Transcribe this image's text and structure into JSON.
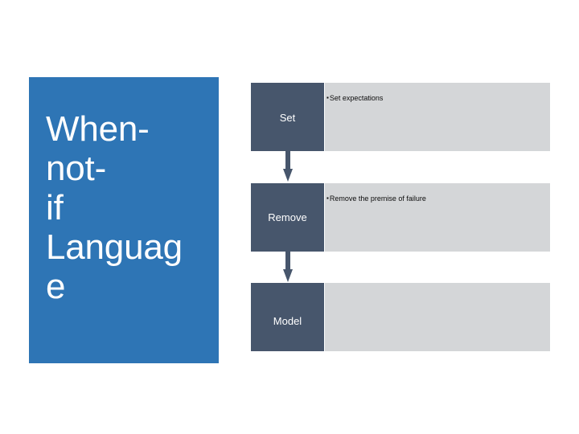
{
  "slide": {
    "title": "When-not-if Language",
    "title_display": "When-\nnot-\nif\nLanguag\ne",
    "background_color": "#ffffff",
    "title_panel_color": "#2e75b5",
    "step_label_color": "#47566c",
    "step_body_color": "#d4d6d8",
    "arrow_color": "#47566c",
    "title_text_color": "#ffffff"
  },
  "process": {
    "bullet_glyph": "▪",
    "steps": [
      {
        "label": "Set",
        "bullets": [
          "Set expectations"
        ]
      },
      {
        "label": "Remove",
        "bullets": [
          "Remove the premise of failure"
        ]
      },
      {
        "label": "Model",
        "bullets": []
      }
    ]
  }
}
